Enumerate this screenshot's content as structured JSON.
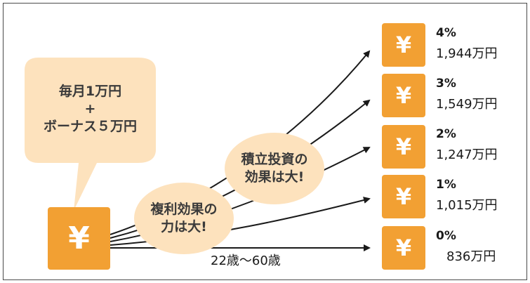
{
  "speech_bubble": {
    "line1": "毎月1万円",
    "line2": "+",
    "line3": "ボーナス５万円"
  },
  "note_compound": {
    "line1": "複利効果の",
    "line2": "力は大!"
  },
  "note_investment": {
    "line1": "積立投資の",
    "line2": "効果は大!"
  },
  "start_symbol": "¥",
  "period_label": "22歳〜60歳",
  "outcomes": [
    {
      "rate": "4%",
      "amount": "1,944万円",
      "symbol": "¥"
    },
    {
      "rate": "3%",
      "amount": "1,549万円",
      "symbol": "¥"
    },
    {
      "rate": "2%",
      "amount": "1,247万円",
      "symbol": "¥"
    },
    {
      "rate": "1%",
      "amount": "1,015万円",
      "symbol": "¥"
    },
    {
      "rate": "0%",
      "amount": "836万円",
      "symbol": "¥"
    }
  ],
  "colors": {
    "box_orange": "#f2a033",
    "bubble_fill": "#fde2bd",
    "arrow": "#1a1a1a"
  }
}
